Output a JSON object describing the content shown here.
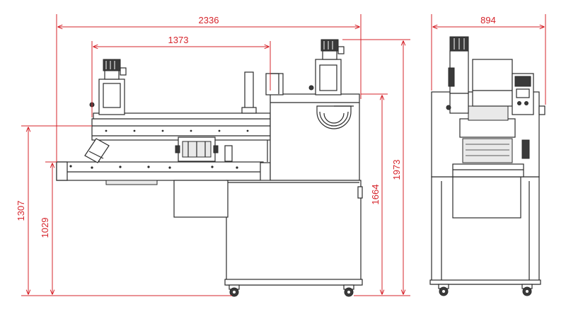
{
  "dimensions": {
    "overall_length": "2336",
    "upper_length": "1373",
    "overall_width": "894",
    "height_total": "1973",
    "height_body": "1664",
    "height_conveyor": "1307",
    "height_infeed": "1029"
  },
  "colors": {
    "dimension": "#d6242b",
    "outline": "#2b2b2b"
  }
}
